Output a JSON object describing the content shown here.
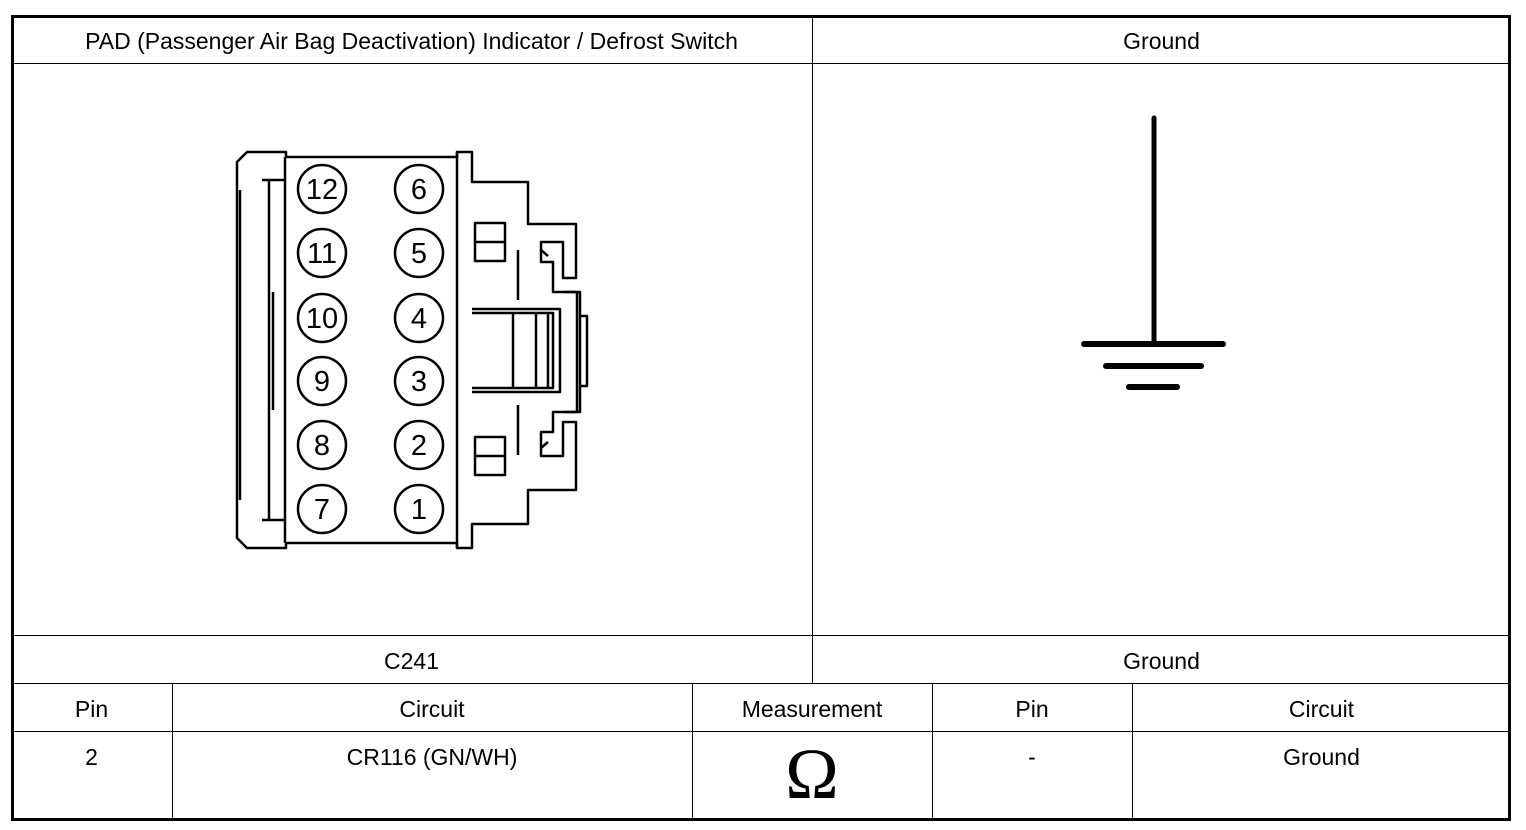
{
  "header": {
    "connector_title": "PAD (Passenger Air Bag Deactivation) Indicator / Defrost Switch",
    "ground_title": "Ground"
  },
  "diagram": {
    "pins_left_column": [
      "12",
      "11",
      "10",
      "9",
      "8",
      "7"
    ],
    "pins_right_column": [
      "6",
      "5",
      "4",
      "3",
      "2",
      "1"
    ],
    "ground_symbol": "ground-icon"
  },
  "labels": {
    "connector_id": "C241",
    "ground_label": "Ground"
  },
  "table": {
    "headers": [
      "Pin",
      "Circuit",
      "Measurement",
      "Pin",
      "Circuit"
    ],
    "rows": [
      {
        "pin": "2",
        "circuit": "CR116 (GN/WH)",
        "measurement": "Ω",
        "pin2": "-",
        "circuit2": "Ground"
      }
    ]
  }
}
